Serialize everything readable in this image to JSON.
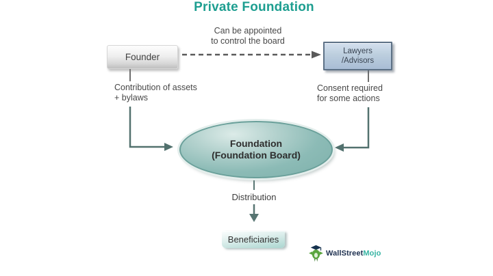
{
  "title": "Private Foundation",
  "labels": {
    "appointed": "Can be appointed\nto control the board",
    "founder": "Founder",
    "lawyers": "Lawyers\n/Advisors",
    "founder_note": "Contribution of assets\n+ bylaws",
    "lawyers_note": "Consent required\nfor some actions",
    "foundation": "Foundation\n(Foundation Board)",
    "distribution": "Distribution",
    "beneficiaries": "Beneficiaries"
  },
  "branding": {
    "name_part1": "WallStreet",
    "name_part2": "Mojo",
    "icon": "wallstreetmojo-bull-icon"
  },
  "colors": {
    "title": "#1d9e90",
    "connector": "#52716e",
    "stub_line": "#6e6e6e",
    "dashed_arrow": "#595959",
    "ellipse_fill": "#8cbbb6",
    "ellipse_border": "#6aa09a",
    "founder_box_fill": "#efefef",
    "lawyers_box_fill": "#bccede",
    "lawyers_box_border": "#5d7186",
    "beneficiaries_fill": "#abd6d0",
    "brand_navy": "#1e3050",
    "brand_teal": "#35b3a2",
    "brand_green": "#5aa53f"
  }
}
